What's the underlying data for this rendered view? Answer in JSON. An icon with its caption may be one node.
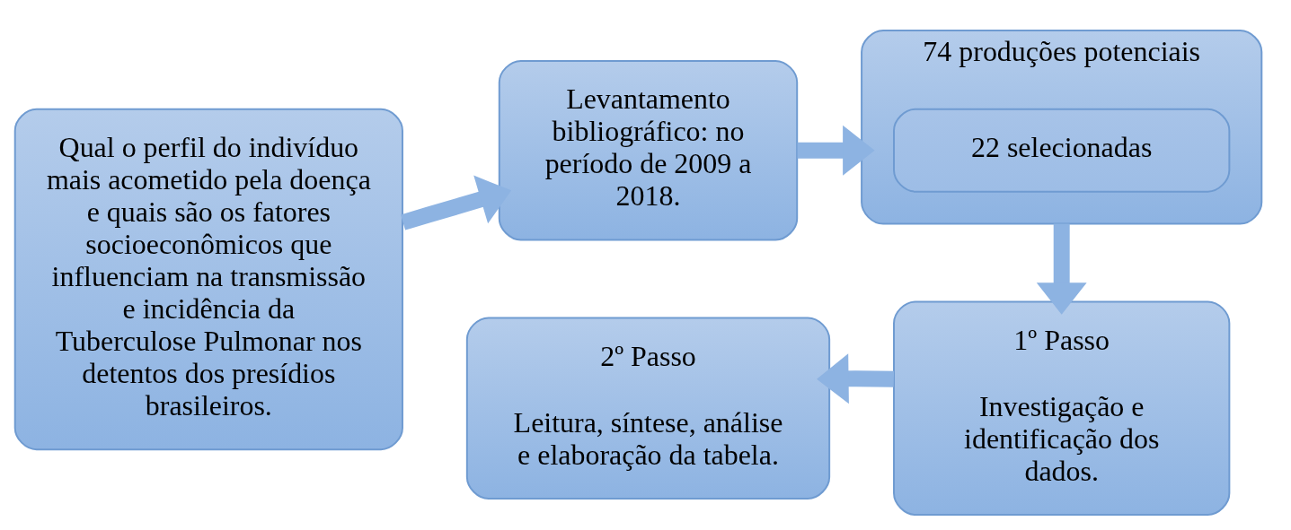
{
  "diagram": {
    "nodes": [
      {
        "text": [
          "Qual o perfil do indivíduo mais acometido pela doença e quais são os fatores socioeconômicos que influenciam na transmissão e incidência da Tuberculose Pulmonar nos detentos dos presídios brasileiros."
        ]
      },
      {
        "text": [
          "Levantamento bibliográfico: no período de 2009 a 2018."
        ]
      },
      {
        "text": [
          "74 produções potenciais"
        ]
      },
      {
        "text": [
          "22 selecionadas"
        ],
        "in": 2
      },
      {
        "text": [
          "1º Passo",
          "Investigação e identificação dos dados."
        ]
      },
      {
        "text": [
          "2º Passo",
          "Leitura, síntese, análise e elaboração da tabela."
        ]
      }
    ],
    "edges": [
      {
        "from": 0,
        "to": 1,
        "arrow": "to"
      },
      {
        "from": 1,
        "to": 2,
        "arrow": "to"
      },
      {
        "from": 2,
        "to": 4,
        "arrow": "to"
      },
      {
        "from": 4,
        "to": 5,
        "arrow": "to"
      }
    ]
  }
}
